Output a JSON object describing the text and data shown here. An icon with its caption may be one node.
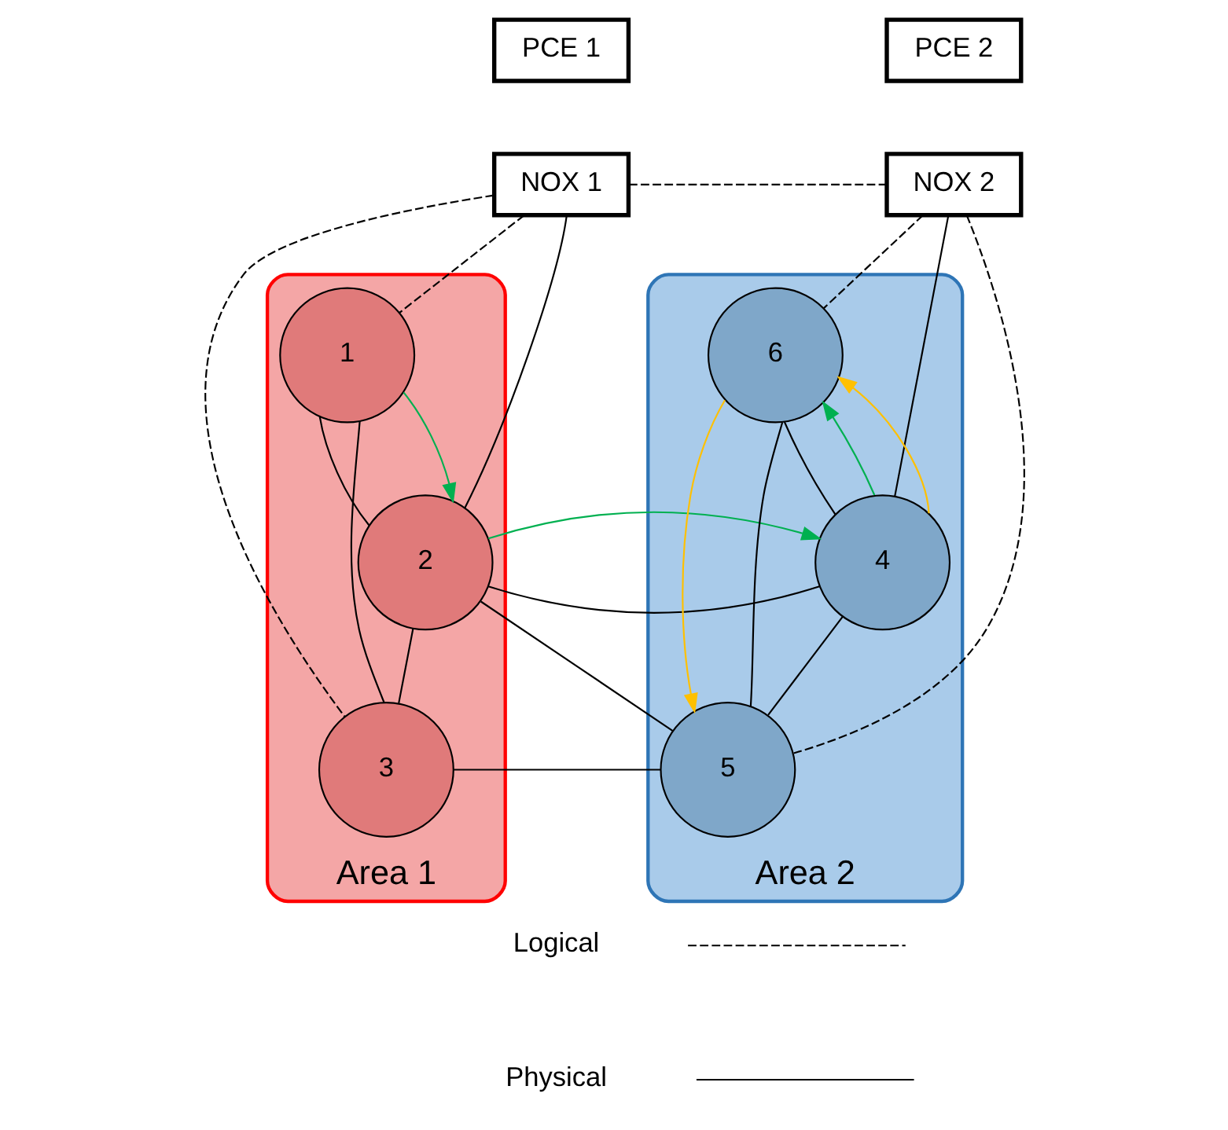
{
  "diagram": {
    "nodes": [
      {
        "text": [
          "PCE 1"
        ]
      },
      {
        "text": [
          "NOX 1"
        ]
      },
      {
        "text": [
          "PCE 2"
        ]
      },
      {
        "text": [
          "NOX 2"
        ]
      },
      {
        "text": [
          "Area 1"
        ]
      },
      {
        "text": [
          "Area 2"
        ]
      },
      {
        "text": [
          "1"
        ],
        "in": 4
      },
      {
        "text": [
          "2"
        ],
        "in": 4
      },
      {
        "text": [
          "3"
        ],
        "in": 4
      },
      {
        "text": [
          "4"
        ],
        "in": 5
      },
      {
        "text": [
          "5"
        ],
        "in": 5
      },
      {
        "text": [
          "6"
        ],
        "in": 5
      }
    ],
    "edges": [
      {
        "from": 1,
        "to": 3,
        "arrow": "none",
        "style": "dashed"
      },
      {
        "from": 1,
        "to": 6,
        "arrow": "none",
        "style": "dashed"
      },
      {
        "from": 1,
        "to": 8,
        "arrow": "none",
        "style": "dashed"
      },
      {
        "from": 1,
        "to": 7,
        "arrow": "none"
      },
      {
        "from": 3,
        "to": 9,
        "arrow": "none"
      },
      {
        "from": 3,
        "to": 10,
        "arrow": "none",
        "style": "dashed"
      },
      {
        "from": 3,
        "to": 11,
        "arrow": "none",
        "style": "dashed"
      },
      {
        "from": 6,
        "to": 7,
        "arrow": "none"
      },
      {
        "from": 6,
        "to": 8,
        "arrow": "none"
      },
      {
        "from": 7,
        "to": 8,
        "arrow": "none"
      },
      {
        "from": 7,
        "to": 9,
        "arrow": "none"
      },
      {
        "from": 7,
        "to": 10,
        "arrow": "none"
      },
      {
        "from": 8,
        "to": 10,
        "arrow": "none"
      },
      {
        "from": 9,
        "to": 10,
        "arrow": "none"
      },
      {
        "from": 9,
        "to": 11,
        "arrow": "none"
      },
      {
        "from": 10,
        "to": 11,
        "arrow": "none"
      },
      {
        "from": 6,
        "to": 7,
        "arrow": "to",
        "color": "#00b050"
      },
      {
        "from": 7,
        "to": 9,
        "arrow": "to",
        "color": "#00b050"
      },
      {
        "from": 9,
        "to": 11,
        "arrow": "to",
        "color": "#00b050"
      },
      {
        "from": 9,
        "to": 11,
        "arrow": "to",
        "color": "#ffc000"
      },
      {
        "from": 11,
        "to": 10,
        "arrow": "to",
        "color": "#ffc000"
      }
    ],
    "legend": [
      {
        "text": "Logical"
      },
      {
        "text": "Physical"
      }
    ]
  }
}
